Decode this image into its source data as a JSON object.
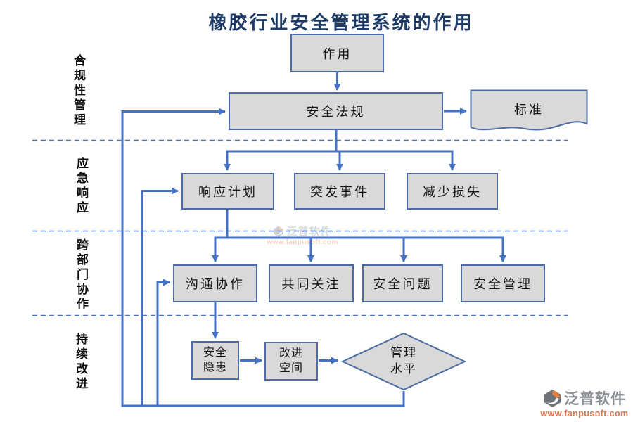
{
  "title": "橡胶行业安全管理系统的作用",
  "lanes": [
    {
      "label": "合规性管理"
    },
    {
      "label": "应急响应"
    },
    {
      "label": "跨部门协作"
    },
    {
      "label": "持续改进"
    }
  ],
  "nodes": {
    "role": {
      "label": "作用"
    },
    "safety_regulations": {
      "label": "安全法规"
    },
    "standards": {
      "label": "标准"
    },
    "response_plan": {
      "label": "响应计划"
    },
    "emergency_events": {
      "label": "突发事件"
    },
    "loss_reduction": {
      "label": "减少损失"
    },
    "communication": {
      "label": "沟通协作"
    },
    "common_focus": {
      "label": "共同关注"
    },
    "safety_issues": {
      "label": "安全问题"
    },
    "safety_management": {
      "label": "安全管理"
    },
    "hidden_dangers": {
      "label": "安全\n隐患"
    },
    "improvement_space": {
      "label": "改进\n空间"
    },
    "management_level": {
      "label": "管理\n水平"
    }
  },
  "watermark": {
    "brand": "泛普软件",
    "url": "www.fanpusoft.com"
  },
  "colors": {
    "accent_blue": "#4472c4",
    "box_fill": "#d9d9d9",
    "box_border": "#4c6ca3",
    "title_navy": "#1e3a66",
    "brand_gray": "#8b9097",
    "brand_orange": "#e0764f"
  }
}
